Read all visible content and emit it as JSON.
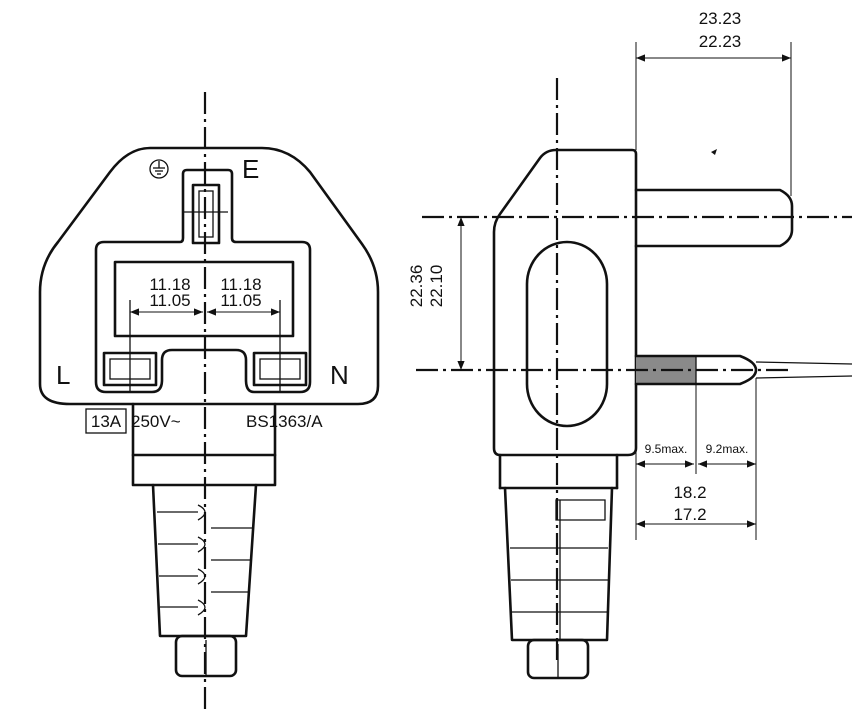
{
  "front_view": {
    "earth_label": "E",
    "line_label": "L",
    "neutral_label": "N",
    "dim_left_max": "11.18",
    "dim_left_min": "11.05",
    "dim_right_max": "11.18",
    "dim_right_min": "11.05",
    "current_rating": "13A",
    "voltage_rating": "250V~",
    "standard": "BS1363/A",
    "earth_icon": "earth-ground-icon"
  },
  "side_view": {
    "pin_length_max": "23.23",
    "pin_length_min": "22.23",
    "pin_spacing_max": "22.36",
    "pin_spacing_min": "22.10",
    "insulation_length": "9.5max.",
    "tip_length": "9.2max.",
    "short_pin_max": "18.2",
    "short_pin_min": "17.2"
  }
}
